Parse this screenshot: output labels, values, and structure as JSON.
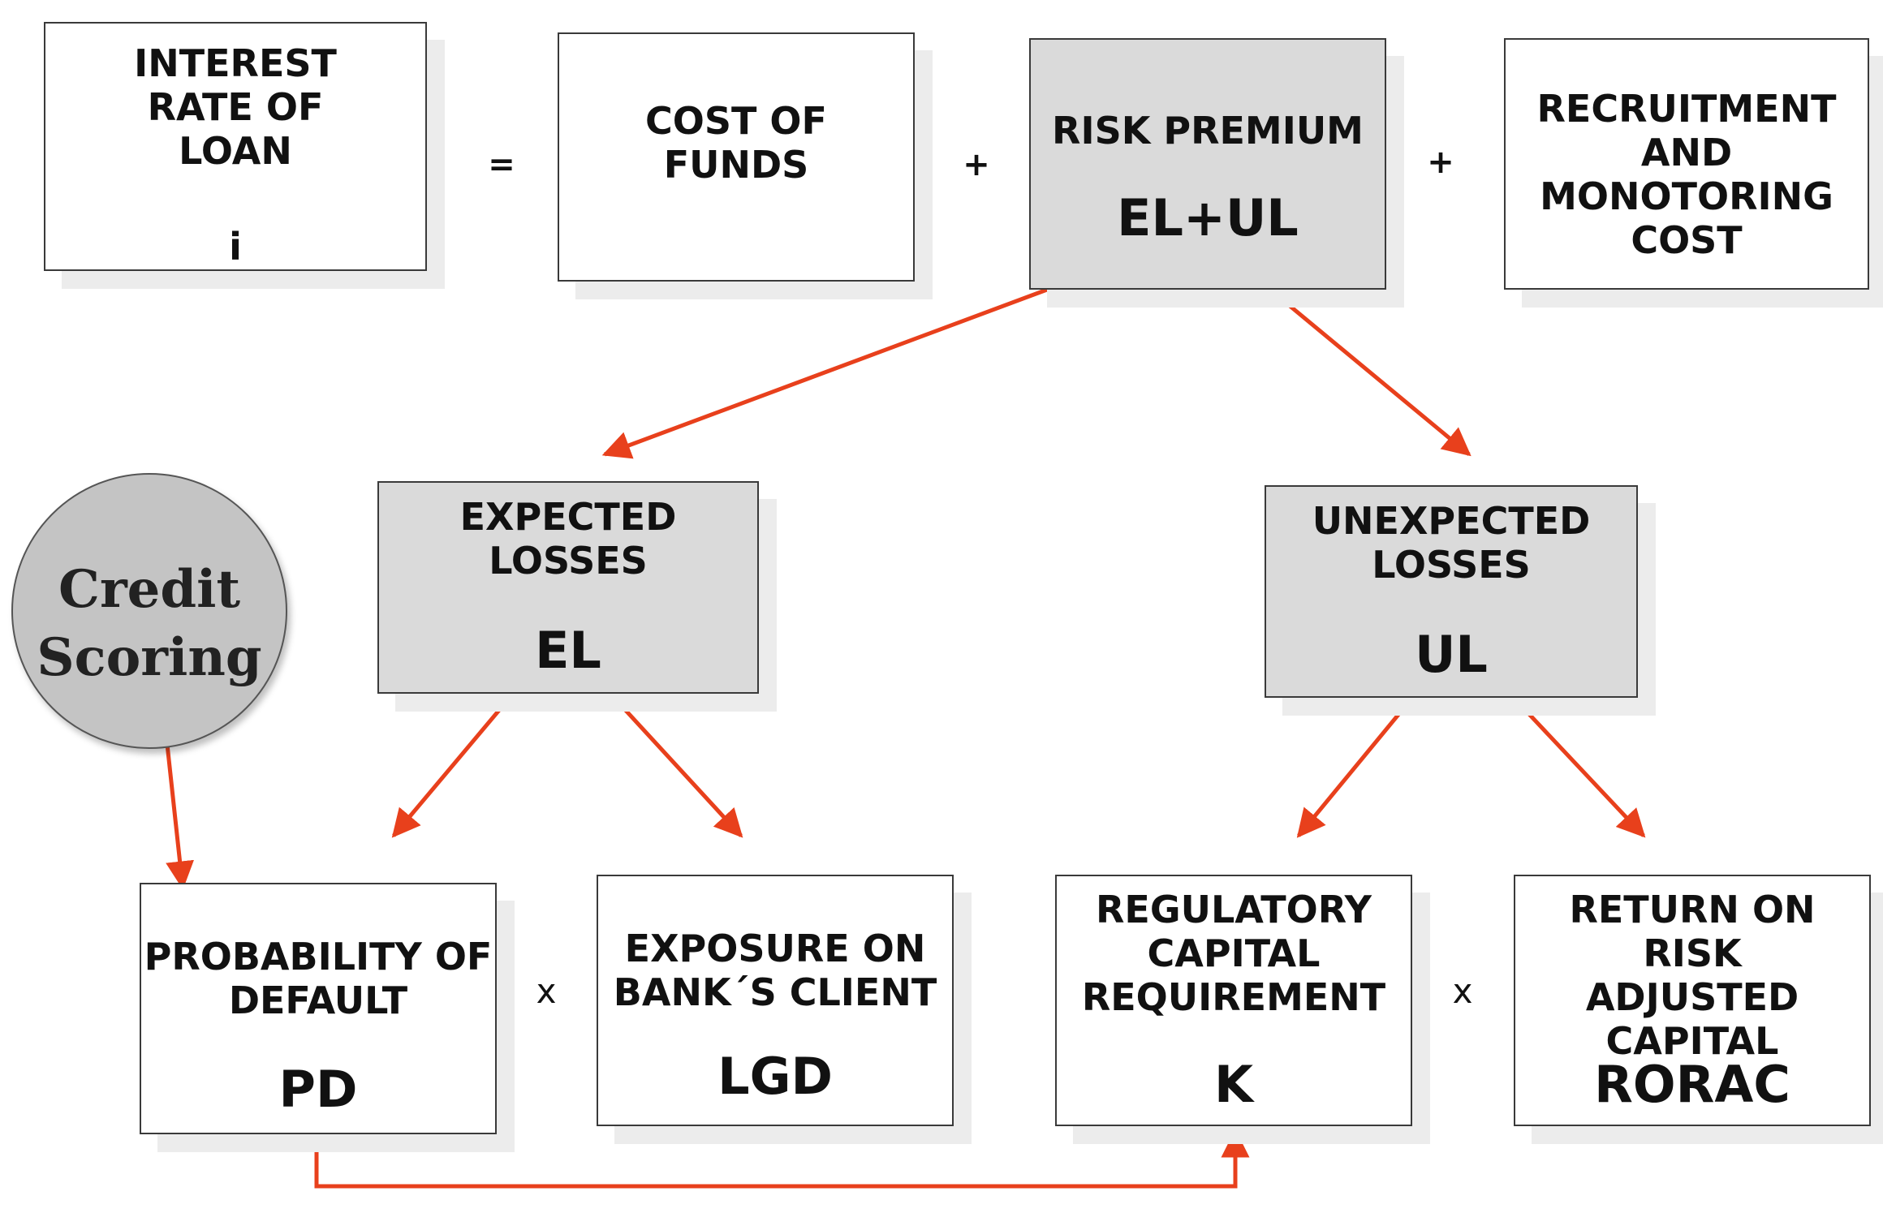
{
  "boxes": {
    "interest_rate": {
      "label": "INTEREST\nRATE OF\nLOAN",
      "abbr": "i"
    },
    "cost_of_funds": {
      "label": "COST OF\nFUNDS"
    },
    "risk_premium": {
      "label": "RISK PREMIUM",
      "abbr": "EL+UL"
    },
    "recruitment": {
      "label": "RECRUITMENT\nAND\nMONOTORING\nCOST"
    },
    "expected_losses": {
      "label": "EXPECTED\nLOSSES",
      "abbr": "EL"
    },
    "unexpected_losses": {
      "label": "UNEXPECTED\nLOSSES",
      "abbr": "UL"
    },
    "probability_of_default": {
      "label": "PROBABILITY OF\nDEFAULT",
      "abbr": "PD"
    },
    "exposure": {
      "label": "EXPOSURE ON\nBANK´S CLIENT",
      "abbr": "LGD"
    },
    "regulatory_capital": {
      "label": "REGULATORY\nCAPITAL\nREQUIREMENT",
      "abbr": "K"
    },
    "rorac": {
      "label": "RETURN ON RISK\nADJUSTED\nCAPITAL",
      "abbr": "RORAC"
    }
  },
  "operators": {
    "equals": "=",
    "plus_1": "+",
    "plus_2": "+",
    "times_1": "x",
    "times_2": "x"
  },
  "credit_scoring": {
    "label": "Credit\nScoring"
  },
  "colors": {
    "arrow": "#e8401c",
    "grey_box": "#dadada",
    "circle": "#c4c4c4"
  }
}
